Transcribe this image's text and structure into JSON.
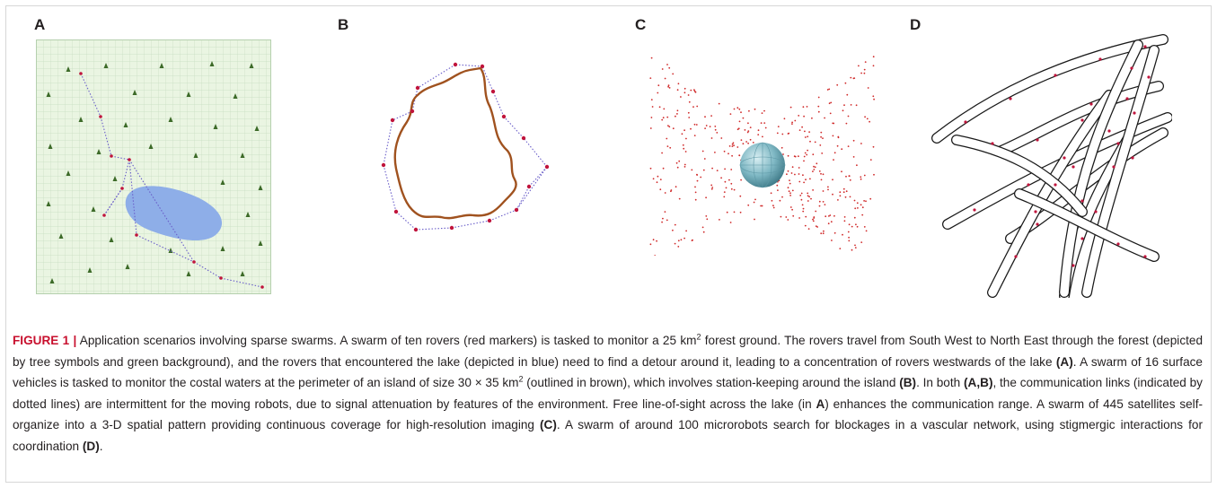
{
  "panels": [
    {
      "letter": "A"
    },
    {
      "letter": "B"
    },
    {
      "letter": "C"
    },
    {
      "letter": "D"
    }
  ],
  "caption": {
    "label": "FIGURE 1 |",
    "seg1": " Application scenarios involving sparse swarms. A swarm of ten rovers (red markers) is tasked to monitor a 25 km",
    "sup1": "2",
    "seg2": " forest ground. The rovers travel from South West to North East through the forest (depicted by tree symbols and green background), and the rovers that encountered the lake (depicted in blue) need to find a detour around it, leading to a concentration of rovers westwards of the lake ",
    "ref_a": "(A)",
    "seg3": ". A swarm of 16 surface vehicles is tasked to monitor the costal waters at the perimeter of an island of size 30 × 35 km",
    "sup2": "2",
    "seg4": " (outlined in brown), which involves station-keeping around the island ",
    "ref_b": "(B)",
    "seg5": ". In both ",
    "ref_ab": "(A,B)",
    "seg6": ", the communication links (indicated by dotted lines) are intermittent for the moving robots, due to signal attenuation by features of the environment. Free line-of-sight across the lake (in ",
    "ref_a2": "A",
    "seg7": ") enhances the communication range. A swarm of 445 satellites self-organize into a 3-D spatial pattern providing continuous coverage for high-resolution imaging ",
    "ref_c": "(C)",
    "seg8": ". A swarm of around 100 microrobots search for blockages in a vascular network, using stigmergic interactions for coordination ",
    "ref_d": "(D)",
    "seg9": "."
  },
  "colors": {
    "forest_bg": "#eaf5e2",
    "grid": "#c6dcc0",
    "lake": "#8eaee8",
    "rover": "#c0143c",
    "link": "#6a5ec9",
    "tree": "#3c6a28",
    "island": "#a0521f",
    "satellite": "#d02a2a",
    "planet": "#7fb8c4",
    "vessel": "#1a1a1a"
  }
}
